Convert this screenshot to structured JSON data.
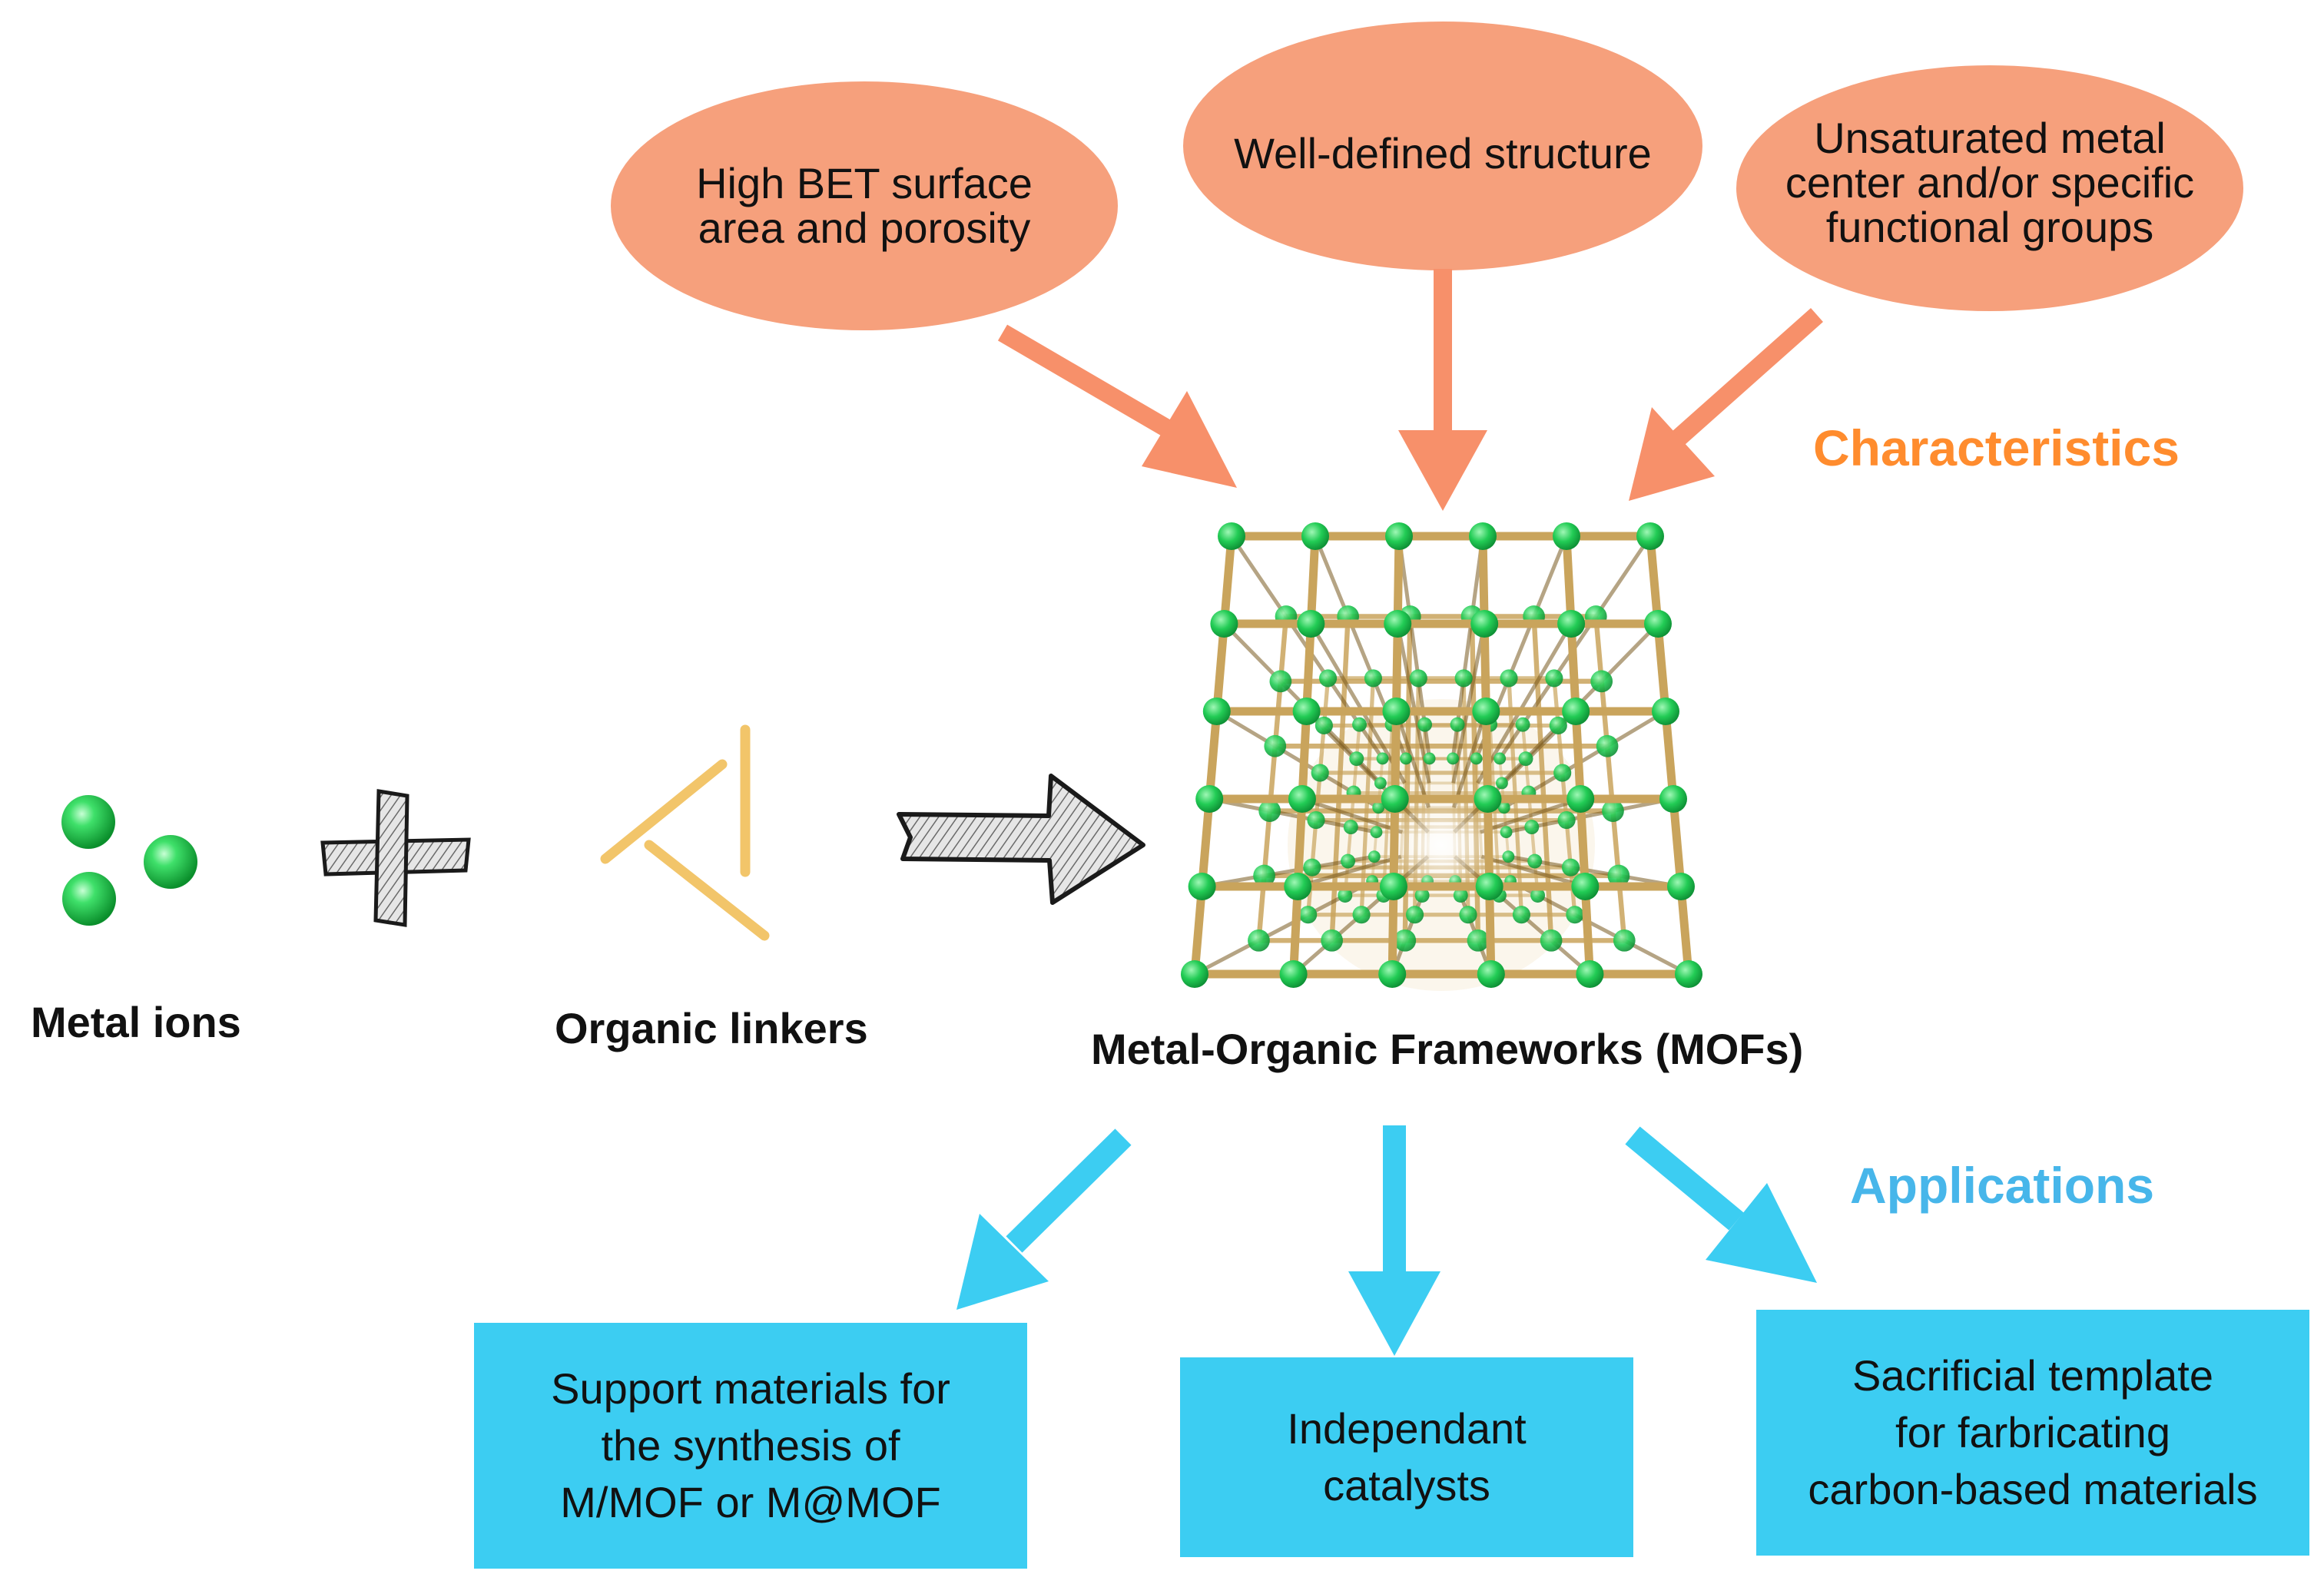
{
  "characteristics": {
    "label": "Characteristics",
    "items": [
      "High BET surface\narea and porosity",
      "Well-defined structure",
      "Unsaturated metal\ncenter and/or specific\nfunctional groups"
    ]
  },
  "components": {
    "metal_ions_label": "Metal ions",
    "organic_linkers_label": "Organic linkers",
    "mof_label": "Metal-Organic Frameworks (MOFs)"
  },
  "applications": {
    "label": "Applications",
    "items": [
      "Support  materials for\nthe synthesis of\nM/MOF or M@MOF",
      "Independant\ncatalysts",
      "Sacrificial template\nfor farbricating\ncarbon-based materials"
    ]
  },
  "colors": {
    "characteristic_fill": "#f6a07c",
    "characteristic_label": "#ff8c2e",
    "application_fill": "#3ccdf2",
    "application_label": "#47b6ea",
    "metal_ion": "#1fc94a",
    "linker": "#f2c56a",
    "framework_rod": "#c9a45c"
  },
  "icons": {
    "plus": "plus-icon",
    "arrow": "right-arrow-icon"
  }
}
